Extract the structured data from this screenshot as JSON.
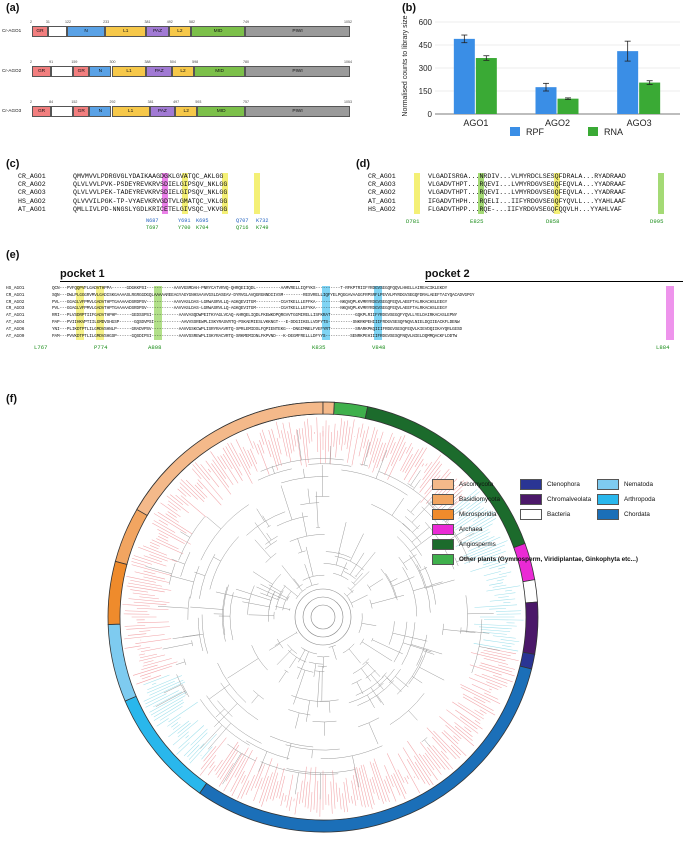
{
  "panels": {
    "a": "(a)",
    "b": "(b)",
    "c": "(c)",
    "d": "(d)",
    "e": "(e)",
    "f": "(f)"
  },
  "panel_a": {
    "rows": [
      {
        "label": "Cr-AGO1",
        "end": "1052",
        "segments": [
          {
            "name": "GR",
            "color": "#f27f7f",
            "pos": "2"
          },
          {
            "name": "",
            "color": "#ffffff",
            "pos": "31"
          },
          {
            "name": "N",
            "color": "#5aa2e6",
            "pos": "122"
          },
          {
            "name": "L1",
            "color": "#f6c84a",
            "pos": "233"
          },
          {
            "name": "PAZ",
            "color": "#a17ad4",
            "pos": "381"
          },
          {
            "name": "L2",
            "color": "#f6c84a",
            "pos": "492"
          },
          {
            "name": "MID",
            "color": "#7cc04a",
            "pos": "582"
          },
          {
            "name": "PIWI",
            "color": "#9a9a9a",
            "pos": "749"
          }
        ]
      },
      {
        "label": "Cr-AGO2",
        "end": "1064",
        "segments": [
          {
            "name": "GR",
            "color": "#f27f7f",
            "pos": "2"
          },
          {
            "name": "",
            "color": "#ffffff",
            "pos": "91"
          },
          {
            "name": "GR",
            "color": "#f27f7f",
            "pos": "159"
          },
          {
            "name": "N",
            "color": "#5aa2e6",
            "pos": ""
          },
          {
            "name": "L1",
            "color": "#f6c84a",
            "pos": "300"
          },
          {
            "name": "PAZ",
            "color": "#a17ad4",
            "pos": "388"
          },
          {
            "name": "L2",
            "color": "#f6c84a",
            "pos": "504"
          },
          {
            "name": "MID",
            "color": "#7cc04a",
            "pos": "598"
          },
          {
            "name": "PIWI",
            "color": "#9a9a9a",
            "pos": "780"
          }
        ]
      },
      {
        "label": "Cr-AGO3",
        "end": "1053",
        "segments": [
          {
            "name": "GR",
            "color": "#f27f7f",
            "pos": "2"
          },
          {
            "name": "",
            "color": "#ffffff",
            "pos": "84"
          },
          {
            "name": "GR",
            "color": "#f27f7f",
            "pos": "152"
          },
          {
            "name": "N",
            "color": "#5aa2e6",
            "pos": ""
          },
          {
            "name": "L1",
            "color": "#f6c84a",
            "pos": "292"
          },
          {
            "name": "PAZ",
            "color": "#a17ad4",
            "pos": "381"
          },
          {
            "name": "L2",
            "color": "#f6c84a",
            "pos": "497"
          },
          {
            "name": "MID",
            "color": "#7cc04a",
            "pos": "593"
          },
          {
            "name": "PIWI",
            "color": "#9a9a9a",
            "pos": "757"
          }
        ]
      }
    ]
  },
  "chart_data": {
    "type": "bar",
    "categories": [
      "AGO1",
      "AGO2",
      "AGO3"
    ],
    "series": [
      {
        "name": "RPF",
        "color": "#3a8ee6",
        "values": [
          490,
          175,
          410
        ],
        "errors": [
          25,
          25,
          65
        ]
      },
      {
        "name": "RNA",
        "color": "#3aaa35",
        "values": [
          365,
          100,
          205
        ],
        "errors": [
          15,
          5,
          12
        ]
      }
    ],
    "ylabel": "Normalised counts to library size",
    "yticks": [
      "0",
      "150",
      "300",
      "450",
      "600"
    ],
    "ylim": [
      0,
      600
    ],
    "legend_position": "bottom"
  },
  "panel_c": {
    "lines": [
      {
        "name": "CR_AGO1",
        "seq": "QMVMVVLPDRGVGLYDAIKAAGDGKLGVATQC_AKLGG"
      },
      {
        "name": "CR_AGO2",
        "seq": "QLVLVVLPVK-PSDEYREVKRVSDIELGIPSQV_NKLGG"
      },
      {
        "name": "CR_AGO3",
        "seq": "QLVLVVLPEK-TADEYREVKRVSDIELGIPSQV_NKLGG"
      },
      {
        "name": "HS_AGO2",
        "seq": "QLVVVILPGK-TP-VYAEVKRVGDTVLGMATQC_VKLGG"
      },
      {
        "name": "AT_AGO1",
        "seq": "QMLLIVLPD-NNGSLYGDLKRICETELGIVSQC_VKVGG"
      }
    ],
    "residues_green": [
      "N687",
      "T697",
      "Y691",
      "Y700",
      "K695",
      "K704",
      "Q707",
      "Q716",
      "K732",
      "K749"
    ]
  },
  "panel_d": {
    "lines": [
      {
        "name": "CR_AGO1",
        "seq": "VLGADISRGA...NRDIV...VLMYRDCLSESQFDRALA...RYADRAAD"
      },
      {
        "name": "CR_AGO3",
        "seq": "VLGADVTHPT...RQEVI...LVMYRDGVSEGQFEQVLA...YYADRAAF"
      },
      {
        "name": "CR_AGO2",
        "seq": "VLGADVTHPT...RQEVI...LVMYRDGVSEGQFEQVLA...YYADRAAF"
      },
      {
        "name": "AT_AGO1",
        "seq": "IFGADVTHPH...RQELI...IIFYRDGVSEGQFYQVLL...YYAHLAAF"
      },
      {
        "name": "HS_AGO2",
        "seq": "FLGADVTHPP...RQE-...IIFYRDGVSEGQFQQVLH...YYAHLVAF"
      }
    ],
    "residues": [
      "D781",
      "E825",
      "D858",
      "D995"
    ]
  },
  "panel_e": {
    "pocket1": "pocket 1",
    "pocket2": "pocket 2",
    "lines": [
      {
        "name": "HS_AGO1",
        "seq": "QCN---PVFQQPVFLGADVTHPPA------GDGKKPSI-----------AAVVGSMDAH-PNRYCATVRVQ-QHRQEIIQDL----------AAMVRELLIQFYKS----------T-RFKPTRIIFYRDGVSEGQFQQVLHHELLAIREACIKLEKDY"
      },
      {
        "name": "CR_AGO1",
        "seq": "SQN---DWLPLGGGRVMVLGADISKGAAAASLRGRGGDGQLAAAAAREEAGYAGYGNHSAAVVGSLDASEAV-DYRVGLAVQGRGNNDIIVSM--------RESVRELLIQFYELPQGGAVAAGGFRPSRFLPEVVLMYRDGVSEGQFDRALAEEFTAIYQACADVGPGY"
      },
      {
        "name": "CR_AGO2",
        "seq": "PVL---GGAGLVFPMVLGADVTHPTGAAAAADSRDPSV-----------AAVVASLDAS-LGRWASRVLLQ-AGKQEVITGM----------CGATKELLLEFFKA----------NKQVQPLKVMRYRDGVSEGQFEQVLAEEFTALRKACHSLEEGY"
      },
      {
        "name": "CR_AGO3",
        "seq": "PVL---GGAGLVFPMVLGADVTHPTGAAAAADSRDPSV-----------AAVVASLDAS-LGRWASRVLLQ-AGKQEVITGM----------CGATKELLLEFYKA----------NKQVQPLKVMRYRDGVSEGQFEQVLAEEFTALRKACHSLEEGY"
      },
      {
        "name": "AT_AGO1",
        "seq": "RRI---PLVSDRPTIIFGADVTHPHP------GEDSSPSI-----------AAVVASQDWPEITKYAGLVCAQ-AHRQELIQDLFKEWKDPQRGVVTGGMIRELLISFKRAT----------GQKPLRIIFYRDGVSEGQFYQVLLYELDAIRKACASLEPNY"
      },
      {
        "name": "AT_AGO4",
        "seq": "PAP---PVIIHKVPTIILGMDVSHGSP------GQSDVPSI-----------AAVVSSREWPLISKYRASVRTQ-PSKAEMIESLVKKNGT---E-DDGIIKELLVDFYTS----------SNKRKPEHIIIFRDGVSESQFNQVLNIELDQIIEACKFLDENW"
      },
      {
        "name": "AT_AGO6",
        "seq": "YNI---PLIKDTPTLILGMDVSHNLP------GRADVPSV-----------AAVVGSKCWPLISRYRAAVRTQ-SPRLEMIDSLFQPIENTEKG---DNGIMNELFVEFYRT----------SRARKPKQIIIFRDGVSESQFEQVLKIEVDQIIKAYQRLGESD"
      },
      {
        "name": "AT_AGO9",
        "seq": "PAM---PVVKDTPTLILGMDVSHGSP------GQSDIPSI-----------AAVVSSREWPLISKYRACVRTQ-SRKMEMIDNLFKPVND---K-DEGMFRELLLDFYYS----------SENRKPEHIIIFRDGVSESQFNQVLNIELDQMMQACKFLDDTW"
      }
    ],
    "residues": [
      "L767",
      "P774",
      "A808",
      "K835",
      "V848",
      "L884"
    ]
  },
  "panel_f": {
    "legend": [
      {
        "label": "Ascomycota",
        "color": "#f4b98a"
      },
      {
        "label": "Basidiomycota",
        "color": "#f2a561"
      },
      {
        "label": "Microsporidia",
        "color": "#ef8b2c"
      },
      {
        "label": "Archaea",
        "color": "#ea2ad5"
      },
      {
        "label": "Angiosperms",
        "color": "#1c6b2c"
      },
      {
        "label": "Other plants (Gymnosperm, Viridiplantae, Ginkophyta etc...)",
        "color": "#3fb04c"
      },
      {
        "label": "Ctenophora",
        "color": "#2a3594"
      },
      {
        "label": "Chromalveolata",
        "color": "#4b1869"
      },
      {
        "label": "Bacteria",
        "color": "#ffffff"
      },
      {
        "label": "Nematoda",
        "color": "#7ecbf0"
      },
      {
        "label": "Arthropoda",
        "color": "#29b7ec"
      },
      {
        "label": "Chordata",
        "color": "#1b6fb8"
      }
    ]
  }
}
